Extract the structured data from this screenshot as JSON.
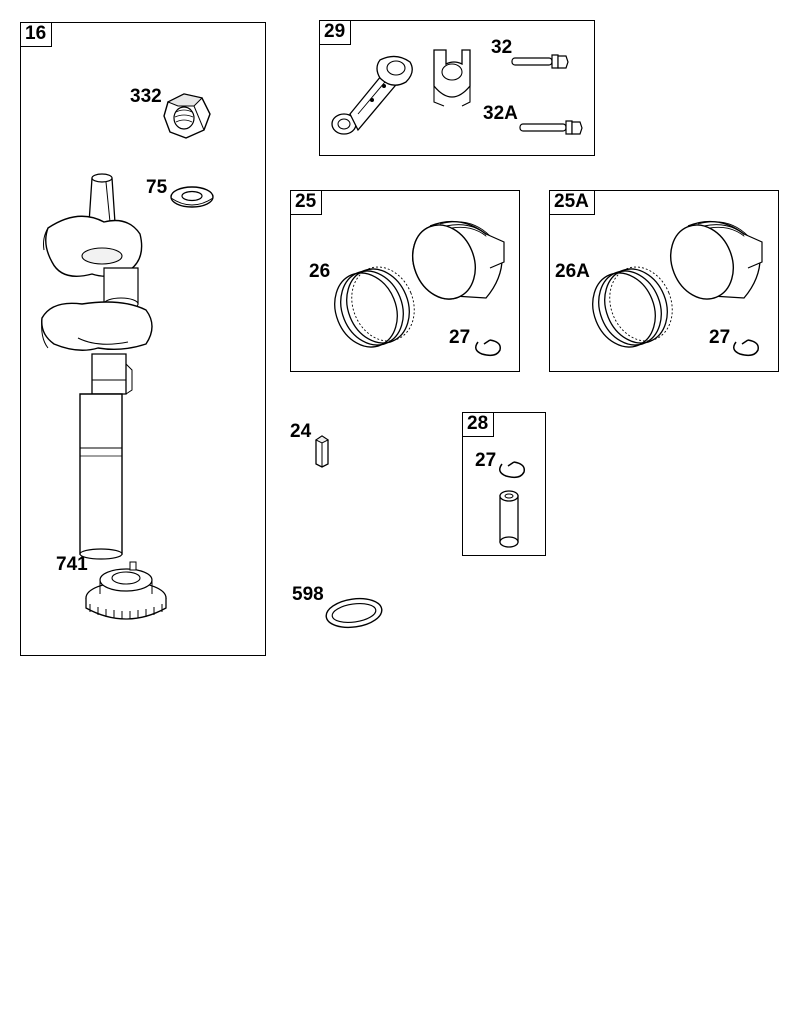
{
  "groups": {
    "g16": "16",
    "g29": "29",
    "g25": "25",
    "g25a": "25A",
    "g28": "28"
  },
  "parts": {
    "p332": "332",
    "p75": "75",
    "p741": "741",
    "p32": "32",
    "p32a": "32A",
    "p26": "26",
    "p27_25": "27",
    "p26a": "26A",
    "p27_25a": "27",
    "p24": "24",
    "p27_28": "27",
    "p598": "598"
  }
}
